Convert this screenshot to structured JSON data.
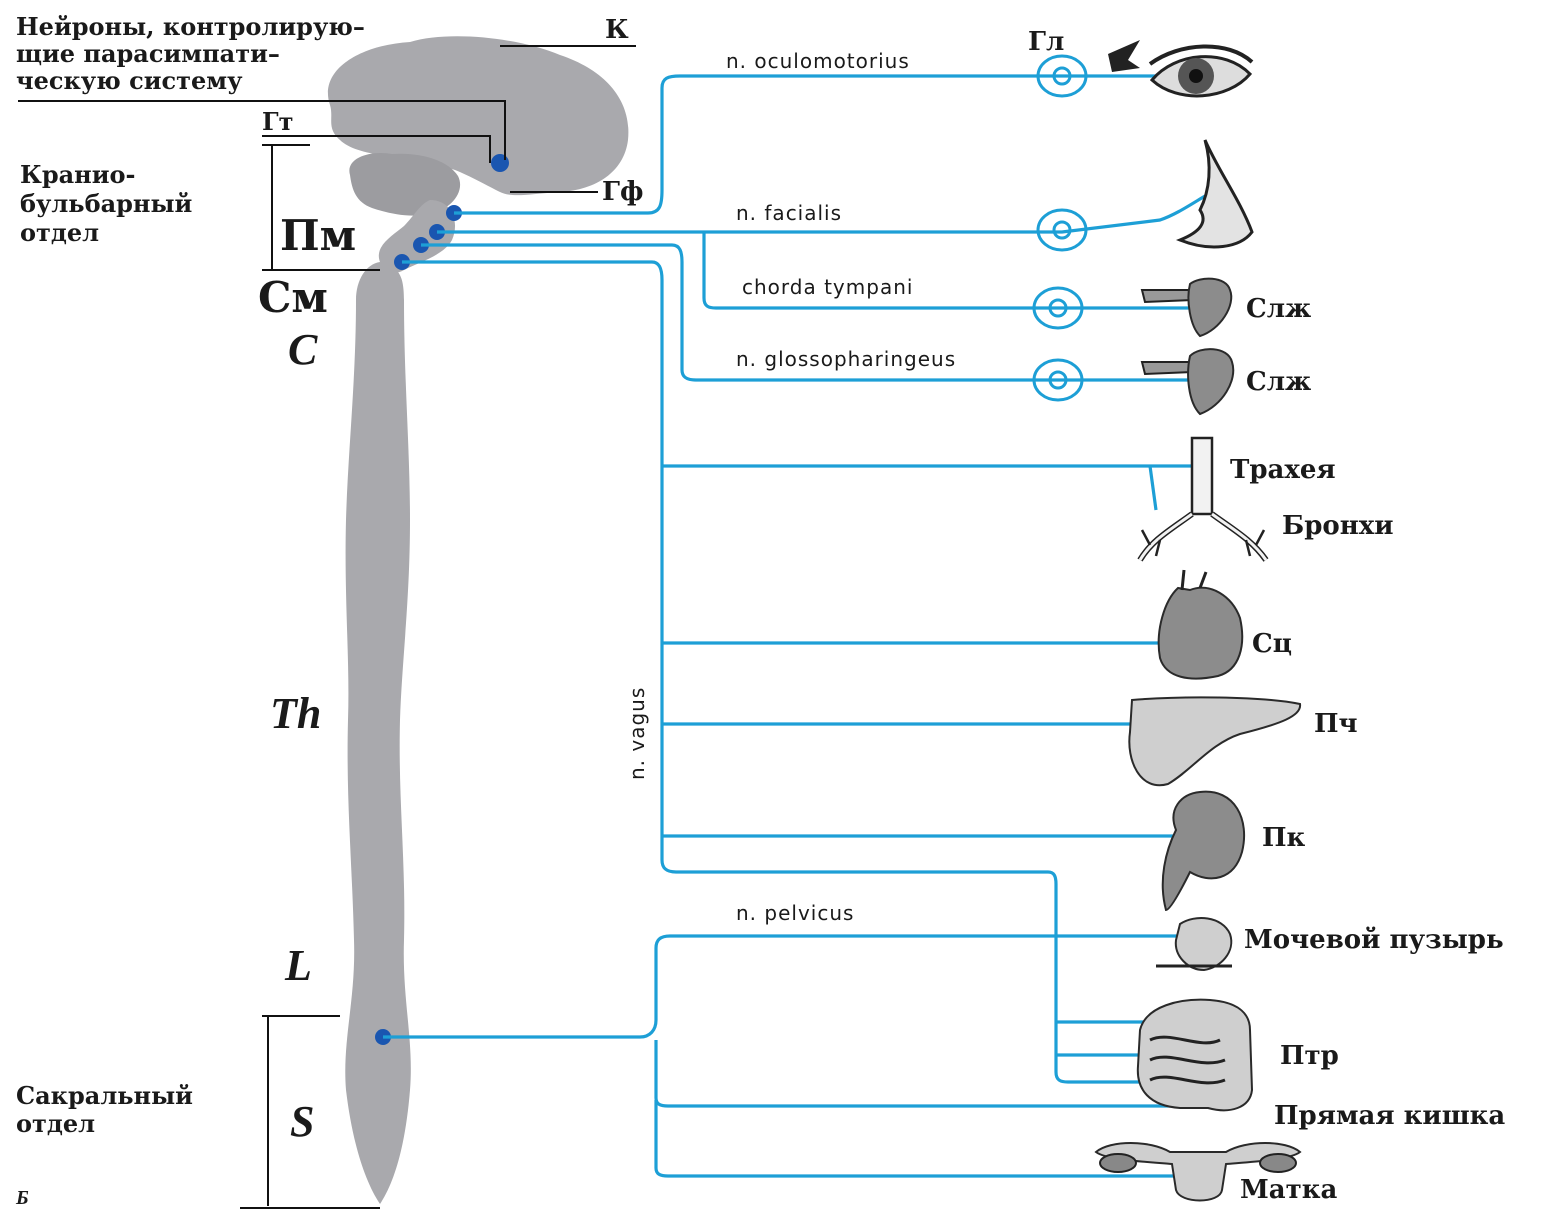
{
  "labels": {
    "neurons": [
      "Нейроны, контролирую–",
      "щие парасимпати–",
      "ческую систему"
    ],
    "k": "К",
    "gt": "Гт",
    "gf": "Гф",
    "kranio": [
      "Кранио-",
      "бульбарный",
      "отдел"
    ],
    "pm": "Пм",
    "sm": "См",
    "c": "C",
    "th": "Th",
    "l": "L",
    "s": "S",
    "sacral": [
      "Сакральный",
      "отдел"
    ],
    "b": "Б",
    "gl": "Гл"
  },
  "nerves": {
    "oculomotorius": "n. oculomotorius",
    "facialis": "n. facialis",
    "chorda": "chorda tympani",
    "glosso": "n. glossopharingeus",
    "vagus": "n. vagus",
    "pelvicus": "n. pelvicus"
  },
  "organs": {
    "slj1": "Слж",
    "slj2": "Слж",
    "trachea": "Трахея",
    "bronchi": "Бронхи",
    "heart": "Сц",
    "liver": "Пч",
    "kidney": "Пк",
    "bladder": "Мочевой пузырь",
    "intestine": "Птр",
    "rectum": "Прямая кишка",
    "uterus": "Матка"
  },
  "colors": {
    "nerve": "#1d9fd6",
    "cns": "#a9a9ad",
    "neuron": "#1a56b0"
  }
}
